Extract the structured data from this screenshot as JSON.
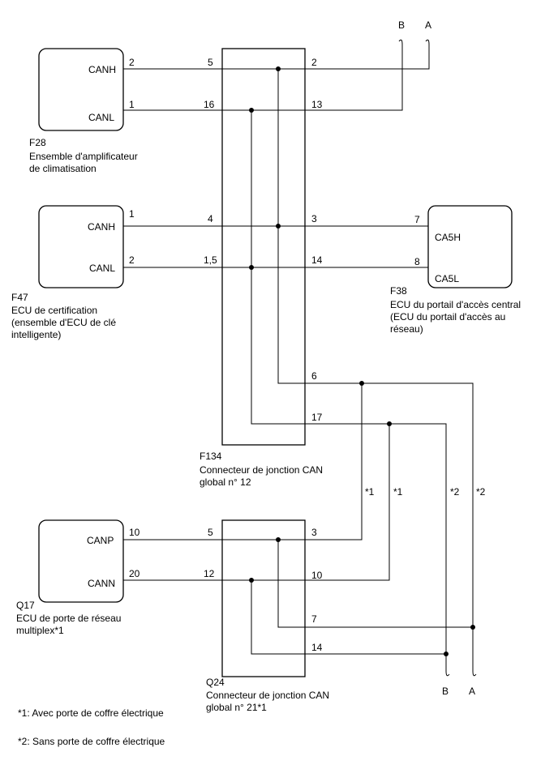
{
  "ecus": {
    "f28": {
      "code": "F28",
      "desc": [
        "Ensemble d'amplificateur",
        "de climatisation"
      ],
      "pin_high": "CANH",
      "pin_low": "CANL",
      "wire_high": "2",
      "wire_low": "1"
    },
    "f47": {
      "code": "F47",
      "desc": [
        "ECU de certification",
        "(ensemble d'ECU de clé",
        "intelligente)"
      ],
      "pin_high": "CANH",
      "pin_low": "CANL",
      "wire_high": "1",
      "wire_low": "2"
    },
    "f38": {
      "code": "F38",
      "desc": [
        "ECU du portail d'accès central",
        "(ECU du portail d'accès au",
        "réseau)"
      ],
      "pin_high": "CA5H",
      "pin_low": "CA5L",
      "wire_high": "7",
      "wire_low": "8"
    },
    "q17": {
      "code": "Q17",
      "desc": [
        "ECU de porte de réseau",
        "multiplex*1"
      ],
      "pin_high": "CANP",
      "pin_low": "CANN",
      "wire_high": "10",
      "wire_low": "20"
    }
  },
  "connectors": {
    "f134": {
      "code": "F134",
      "desc": [
        "Connecteur de jonction CAN",
        "global n° 12"
      ],
      "left_pins": [
        "5",
        "16",
        "4",
        "1,5"
      ],
      "right_pins": [
        "2",
        "13",
        "3",
        "14",
        "6",
        "17"
      ]
    },
    "q24": {
      "code": "Q24",
      "desc": [
        "Connecteur de jonction CAN",
        "global n° 21*1"
      ],
      "left_pins": [
        "5",
        "12"
      ],
      "right_pins": [
        "3",
        "10",
        "7",
        "14"
      ]
    }
  },
  "branch_labels": [
    "*1",
    "*1",
    "*2",
    "*2"
  ],
  "continuation": {
    "top": [
      "B",
      "A"
    ],
    "bottom": [
      "B",
      "A"
    ]
  },
  "footnotes": [
    "*1: Avec porte de coffre électrique",
    "*2: Sans porte de coffre électrique"
  ]
}
